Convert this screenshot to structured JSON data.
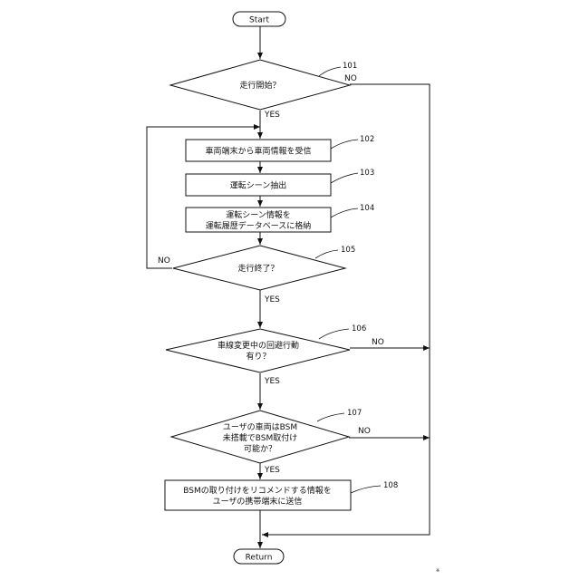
{
  "flowchart": {
    "start": "Start",
    "step_101": {
      "text": "走行開始？",
      "ref": "101",
      "no": "NO",
      "yes": "YES"
    },
    "step_102": {
      "text": "車両端末から車両情報を受信",
      "ref": "102"
    },
    "step_103": {
      "text": "運転シーン抽出",
      "ref": "103"
    },
    "step_104": {
      "line1": "運転シーン情報を",
      "line2": "運転履歴データベースに格納",
      "ref": "104"
    },
    "step_105": {
      "text": "走行終了？",
      "ref": "105",
      "no": "NO",
      "yes": "YES"
    },
    "step_106": {
      "line1": "車線変更中の回避行動",
      "line2": "有り？",
      "ref": "106",
      "no": "NO",
      "yes": "YES"
    },
    "step_107": {
      "line1": "ユーザの車両はBSM",
      "line2": "未搭載でBSM取付け",
      "line3": "可能か？",
      "ref": "107",
      "no": "NO",
      "yes": "YES"
    },
    "step_108": {
      "line1": "BSMの取り付けをリコメンドする情報を",
      "line2": "ユーザの携帯端末に送信",
      "ref": "108"
    },
    "end": "Return",
    "corner_mark": "※"
  }
}
